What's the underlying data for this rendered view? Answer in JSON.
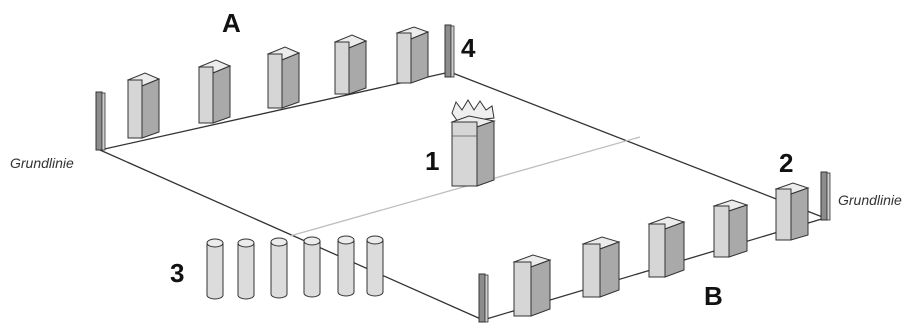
{
  "labels": {
    "team_a": "A",
    "team_b": "B",
    "king": "1",
    "corner": "2",
    "throwing_sticks": "3",
    "corner_stake": "4",
    "baseline_left": "Grundlinie",
    "baseline_right": "Grundlinie"
  },
  "colors": {
    "line": "#333333",
    "block_front": "#d6d6d6",
    "block_side": "#a9a9a9",
    "block_top": "#ececec",
    "stick_fill": "#dcdcdc",
    "stake_fill": "#8c8c8c",
    "center_line": "#bdbdbd"
  },
  "counts": {
    "blocks_per_side": 5,
    "throwing_sticks": 6
  }
}
